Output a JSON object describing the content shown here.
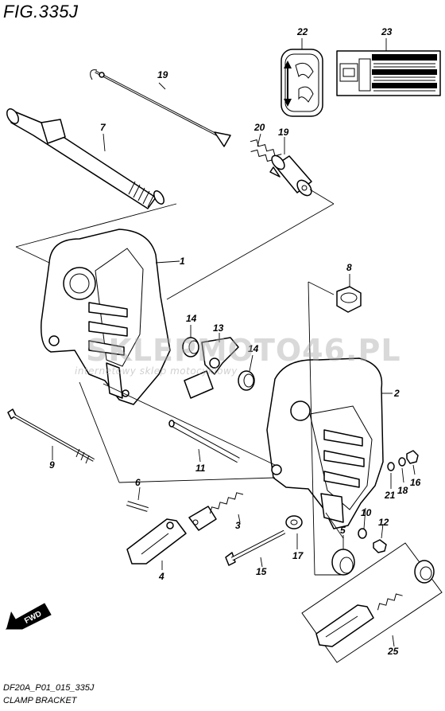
{
  "figure": {
    "title": "FIG.335J",
    "code": "DF20A_P01_015_335J",
    "name": "CLAMP BRACKET"
  },
  "watermark": {
    "main": "SKLEPMOTO46.PL",
    "sub": "internetowy sklep motocyklowy"
  },
  "fwd_label": "FWD",
  "callouts": [
    {
      "id": "c1",
      "label": "1"
    },
    {
      "id": "c2",
      "label": "2"
    },
    {
      "id": "c3",
      "label": "3"
    },
    {
      "id": "c4",
      "label": "4"
    },
    {
      "id": "c5",
      "label": "5"
    },
    {
      "id": "c6",
      "label": "6"
    },
    {
      "id": "c7",
      "label": "7"
    },
    {
      "id": "c8",
      "label": "8"
    },
    {
      "id": "c9",
      "label": "9"
    },
    {
      "id": "c10",
      "label": "10"
    },
    {
      "id": "c11",
      "label": "11"
    },
    {
      "id": "c12",
      "label": "12"
    },
    {
      "id": "c13",
      "label": "13"
    },
    {
      "id": "c14a",
      "label": "14"
    },
    {
      "id": "c14b",
      "label": "14"
    },
    {
      "id": "c15",
      "label": "15"
    },
    {
      "id": "c16",
      "label": "16"
    },
    {
      "id": "c17",
      "label": "17"
    },
    {
      "id": "c18",
      "label": "18"
    },
    {
      "id": "c19",
      "label": "19"
    },
    {
      "id": "c20",
      "label": "20"
    },
    {
      "id": "c21",
      "label": "21"
    },
    {
      "id": "c22",
      "label": "22"
    },
    {
      "id": "c23",
      "label": "23"
    },
    {
      "id": "c24",
      "label": "24"
    },
    {
      "id": "c25",
      "label": "25"
    }
  ]
}
